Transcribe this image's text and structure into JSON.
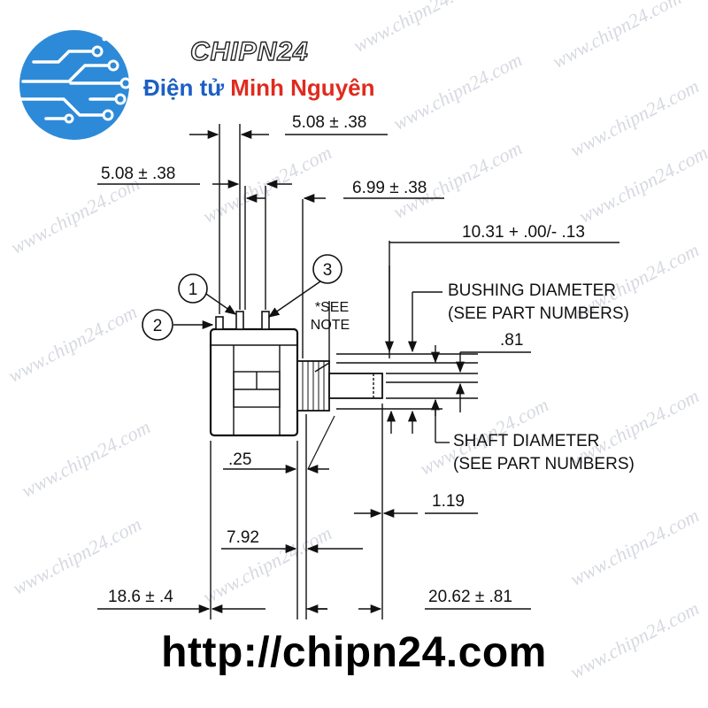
{
  "header": {
    "brand": "CHIPN24",
    "tagline_part1": "Điện tử ",
    "tagline_part2": "Minh Nguyên",
    "colors": {
      "tagline_blue": "#1b5fc4",
      "tagline_red": "#e02a1e",
      "logo_blue": "#2d8ad8"
    }
  },
  "watermark": {
    "text": "www.chipn24.com"
  },
  "footer": {
    "url": "http://chipn24.com"
  },
  "diagram": {
    "dimensions": {
      "d_top_pin_spacing": "5.08 ± .38",
      "d_left_pin_spacing": "5.08 ± .38",
      "d_pin_to_face": "6.99 ± .38",
      "d_bushing_length": "10.31 + .00/- .13",
      "d_shaft_small": ".81",
      "d_25": ".25",
      "d_119": "1.19",
      "d_792": "7.92",
      "d_body": "18.6 ± .4",
      "d_shaft_length": "20.62 ± .81"
    },
    "labels": {
      "bushing_1": "BUSHING DIAMETER",
      "bushing_2": "(SEE PART NUMBERS)",
      "shaft_1": "SHAFT DIAMETER",
      "shaft_2": "(SEE PART NUMBERS)",
      "note_1": "*SEE",
      "note_2": "NOTE"
    },
    "pins": [
      "1",
      "2",
      "3"
    ]
  }
}
